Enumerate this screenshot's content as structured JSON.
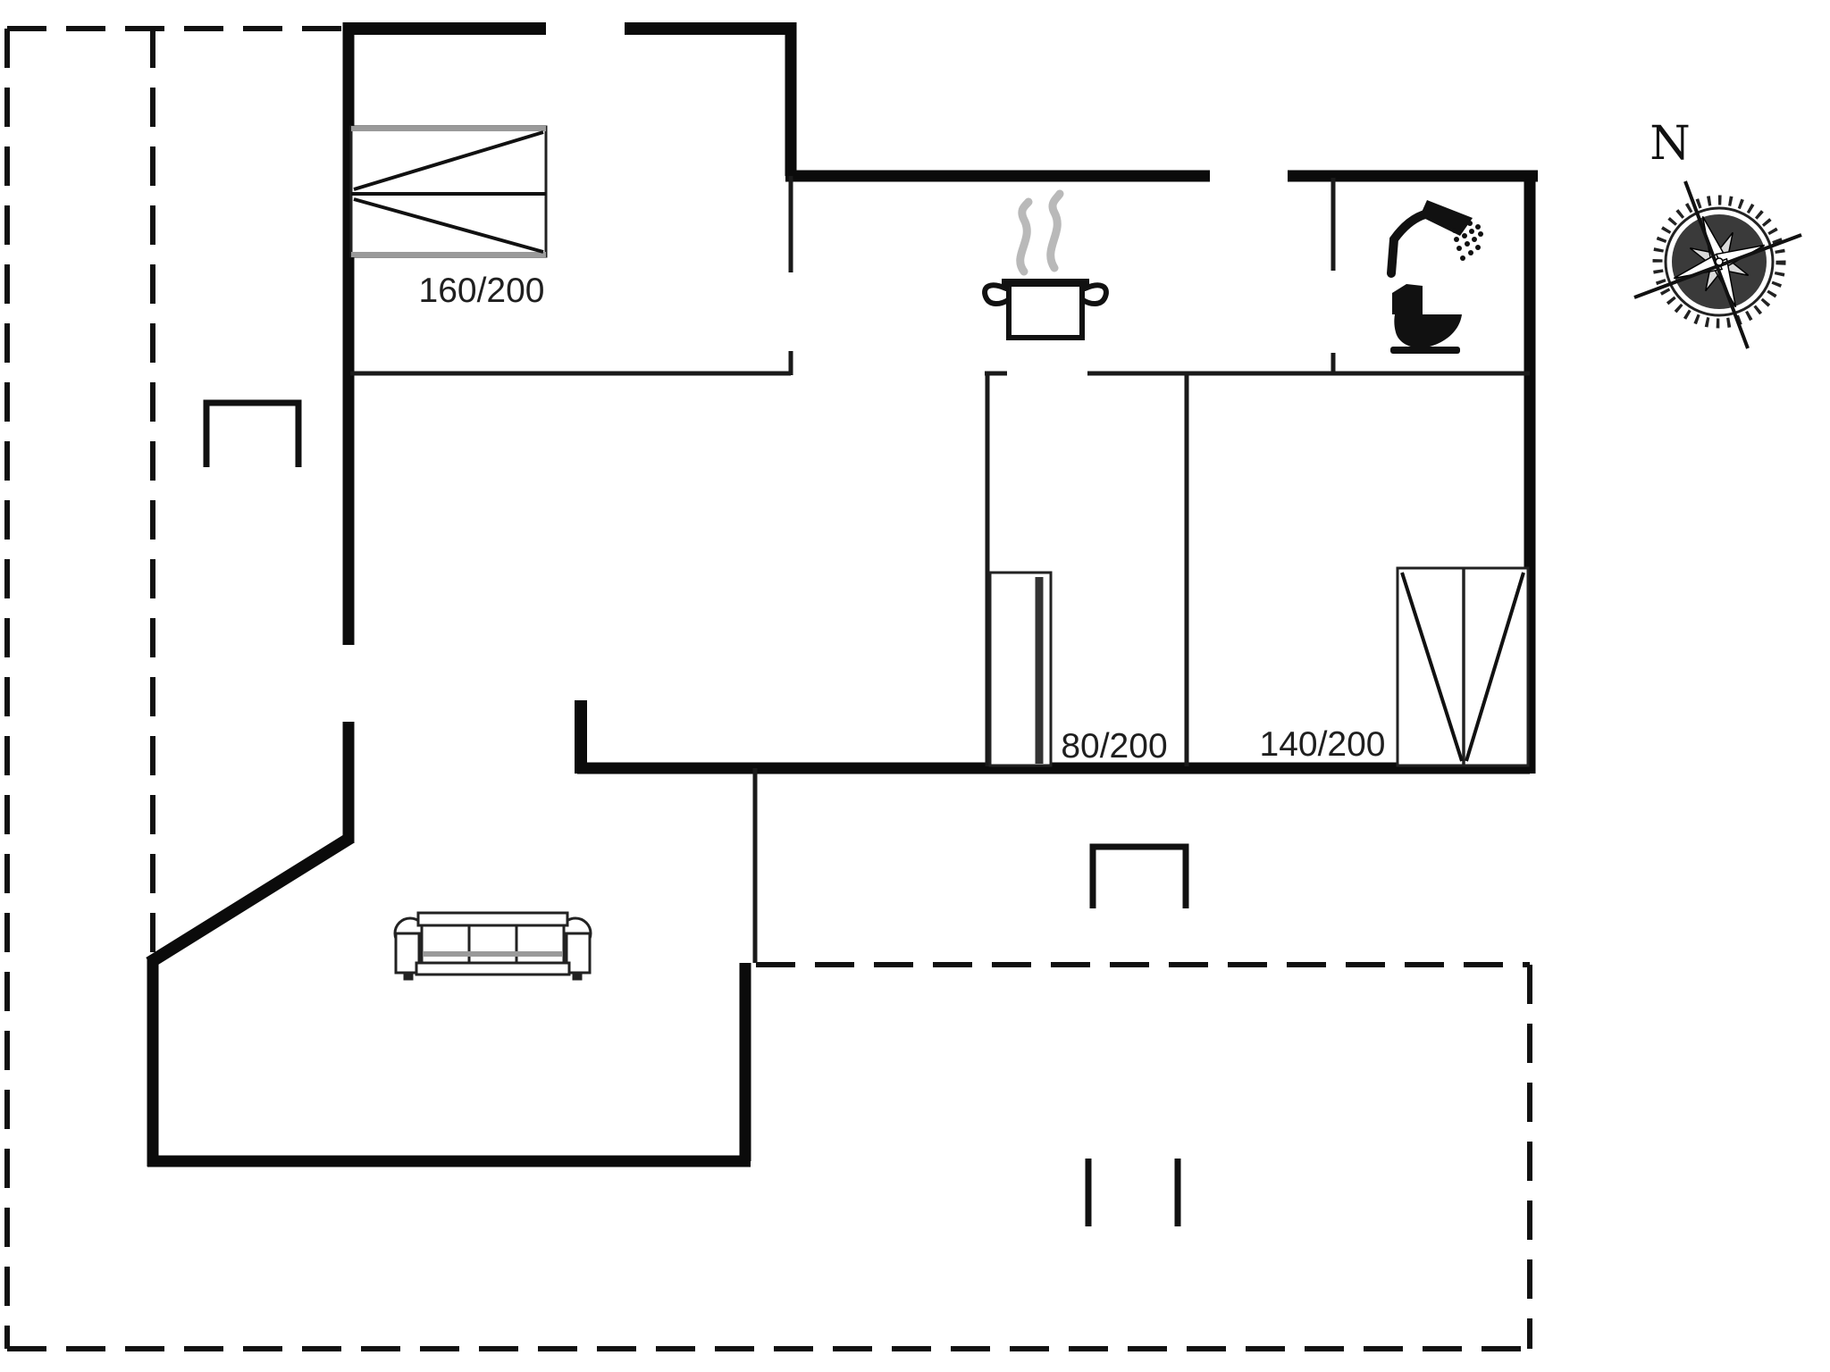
{
  "page": {
    "title": "Holiday house floor plan",
    "background": "#ffffff"
  },
  "colors": {
    "exterior_wall": "#0b0b0b",
    "interior_wall": "#1a1a1a",
    "dashed_boundary": "#111111",
    "steam_gray": "#b9b9b9",
    "bed_edge_gray": "#9a9a9a",
    "furniture_stroke": "#222222",
    "label_text": "#1f1f1f"
  },
  "floorplan": {
    "beds": {
      "double": {
        "label": "160/200"
      },
      "single": {
        "label": "80/200"
      },
      "master": {
        "label": "140/200"
      }
    },
    "compass": {
      "label": "N"
    },
    "icons": {
      "kitchen": "steaming-pot-icon",
      "bathroom": [
        "shower-icon",
        "toilet-icon"
      ],
      "living_room": "sofa-icon",
      "orientation": "compass-rose-icon",
      "terrace": "dashed-boundary",
      "steps": [
        "step-niche-top-left",
        "step-niche-bottom"
      ],
      "posts": "terrace-post-markers"
    }
  }
}
